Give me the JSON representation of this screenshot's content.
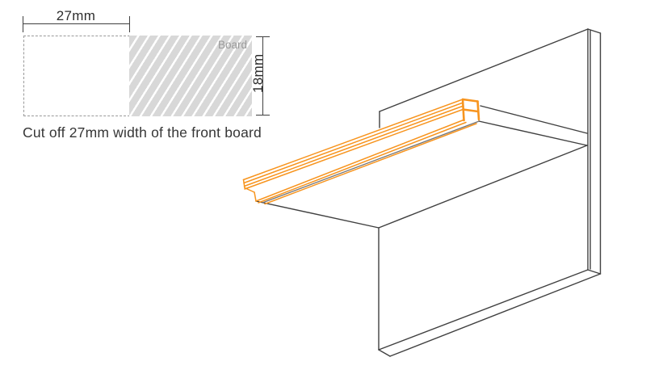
{
  "colors": {
    "accent_orange": "#F7941E",
    "line_dark": "#404040",
    "line_gray": "#757575",
    "dash_gray": "#999999",
    "hatch_fill": "#D8D8D8",
    "label_gray": "#9A9A9A",
    "text_dark": "#363636"
  },
  "cutting_diagram": {
    "width_dim_label": "27mm",
    "height_dim_label": "18mm",
    "board_label": "Board",
    "caption": "Cut off 27mm width of the front board"
  },
  "iso_drawing": {
    "dark_lines": [
      [
        470,
        138,
        728,
        36
      ],
      [
        470,
        138,
        470,
        158
      ],
      [
        728,
        36,
        743.5,
        41
      ],
      [
        728,
        36,
        728,
        334
      ],
      [
        731,
        37.5,
        731,
        333
      ],
      [
        743.5,
        41,
        743.5,
        339
      ],
      [
        728,
        334,
        743.5,
        339
      ],
      [
        595,
        131,
        727,
        165
      ],
      [
        593,
        150,
        727,
        180
      ],
      [
        727,
        180,
        469,
        282
      ],
      [
        469,
        282,
        469,
        433
      ],
      [
        469,
        433,
        728,
        334
      ],
      [
        469,
        433,
        483,
        441
      ],
      [
        483,
        441,
        743.5,
        339
      ],
      [
        317,
        249,
        469,
        282
      ]
    ],
    "gray_lines": [
      [
        325,
        251,
        592,
        150.5
      ]
    ],
    "orange_thin": [
      [
        301.5,
        222.5,
        573,
        123
      ],
      [
        302,
        226.5,
        573.5,
        127
      ],
      [
        302.5,
        230.5,
        574,
        131
      ],
      [
        303,
        234,
        574.5,
        135
      ],
      [
        301.5,
        222.5,
        303,
        232.5
      ],
      [
        303,
        232.5,
        315,
        238
      ],
      [
        315,
        238,
        317,
        249
      ],
      [
        317,
        249,
        574,
        148.5
      ],
      [
        320,
        251,
        577,
        151.5
      ],
      [
        328,
        252.5,
        590,
        153
      ]
    ],
    "orange_thick": [
      [
        573,
        123,
        574.5,
        149
      ],
      [
        591.5,
        125.5,
        593,
        148
      ],
      [
        573,
        123,
        591.5,
        125.5
      ],
      [
        573.5,
        135.5,
        592,
        138
      ]
    ]
  }
}
